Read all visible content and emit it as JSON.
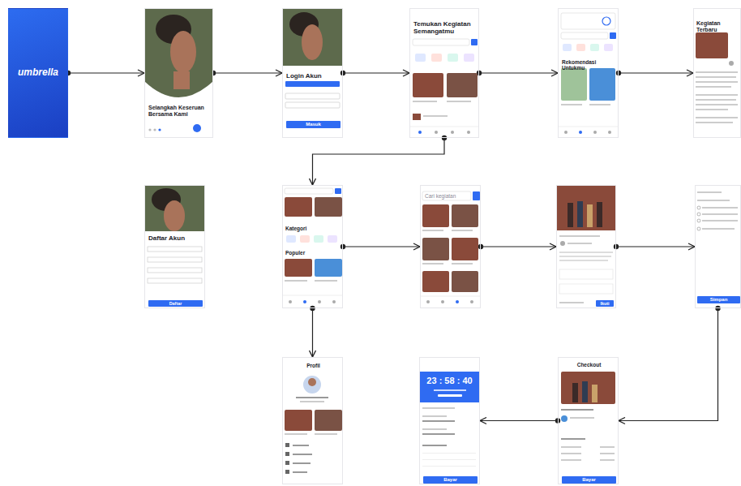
{
  "diagram": {
    "nodes": [
      {
        "text": [
          "umbrella"
        ]
      },
      {
        "text": [
          "Selangkah Keseruan Bersama Kami"
        ]
      },
      {
        "text": [
          "Login Akun",
          "Masuk"
        ]
      },
      {
        "text": [
          "Temukan Kegiatan Semangatmu"
        ]
      },
      {
        "text": [
          "Rekomendasi Untukmu"
        ]
      },
      {
        "text": [
          "Kegiatan Terbaru"
        ]
      },
      {
        "text": [
          "Daftar Akun",
          "Daftar"
        ]
      },
      {
        "text": [
          "Kategori",
          "Populer"
        ]
      },
      {
        "text": [
          "Cari kegiatan"
        ]
      },
      {
        "text": [
          "Ikuti"
        ]
      },
      {
        "text": [
          "Simpan"
        ]
      },
      {
        "text": [
          "Profil"
        ]
      },
      {
        "text": [
          "23 : 58 : 40",
          "Bayar"
        ]
      },
      {
        "text": [
          "Checkout",
          "Bayar"
        ]
      }
    ],
    "edges": [
      {
        "from": 0,
        "to": 1,
        "arrow": "to"
      },
      {
        "from": 1,
        "to": 2,
        "arrow": "to"
      },
      {
        "from": 2,
        "to": 3,
        "arrow": "to"
      },
      {
        "from": 3,
        "to": 4,
        "arrow": "to"
      },
      {
        "from": 4,
        "to": 5,
        "arrow": "to"
      },
      {
        "from": 3,
        "to": 7,
        "arrow": "to"
      },
      {
        "from": 7,
        "to": 8,
        "arrow": "to"
      },
      {
        "from": 8,
        "to": 9,
        "arrow": "to"
      },
      {
        "from": 9,
        "to": 10,
        "arrow": "to"
      },
      {
        "from": 10,
        "to": 13,
        "arrow": "to"
      },
      {
        "from": 13,
        "to": 12,
        "arrow": "to"
      },
      {
        "from": 7,
        "to": 11,
        "arrow": "to"
      }
    ]
  }
}
